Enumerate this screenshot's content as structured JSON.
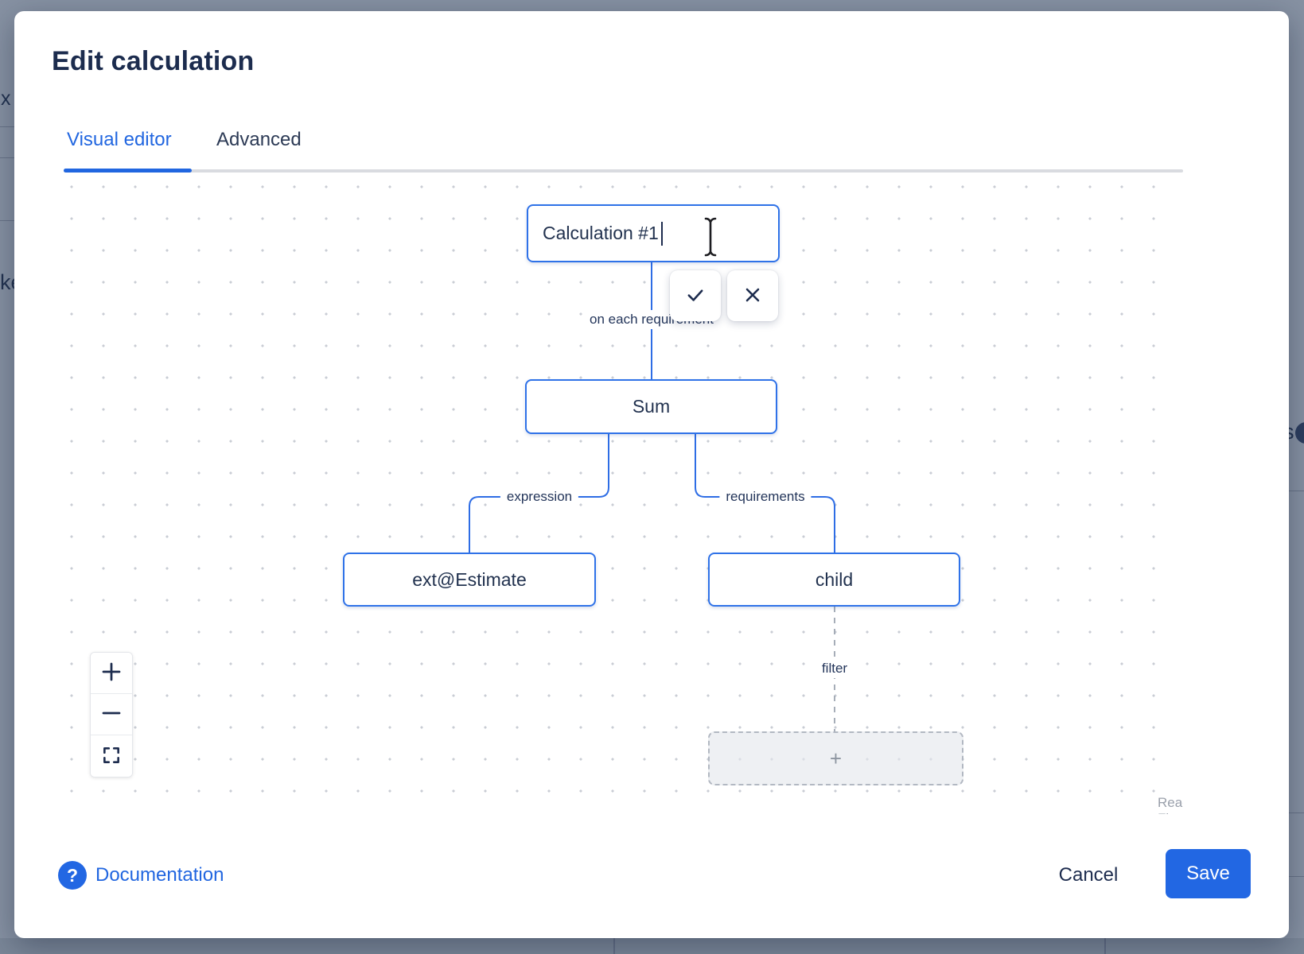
{
  "modal": {
    "title": "Edit calculation",
    "tabs": {
      "visual_editor": "Visual editor",
      "advanced": "Advanced"
    },
    "footer": {
      "documentation": "Documentation",
      "cancel": "Cancel",
      "save": "Save"
    }
  },
  "flow": {
    "name_input": "Calculation #1",
    "nodes": {
      "sum": "Sum",
      "expression_operand": "ext@Estimate",
      "requirements_operand": "child",
      "add_placeholder": "+"
    },
    "edge_labels": {
      "on_each": "on each requirement",
      "expression": "expression",
      "requirements": "requirements",
      "filter": "filter"
    },
    "attribution": "React Flow"
  },
  "background": {
    "fragments": {
      "left_top": "x",
      "left_middle": "ke",
      "right_middle": "s"
    }
  },
  "colors": {
    "accent_blue": "#2267e3",
    "node_border_blue": "#2f72e8",
    "navy_text": "#1d2c4e",
    "backdrop_gray": "#8792a3"
  }
}
